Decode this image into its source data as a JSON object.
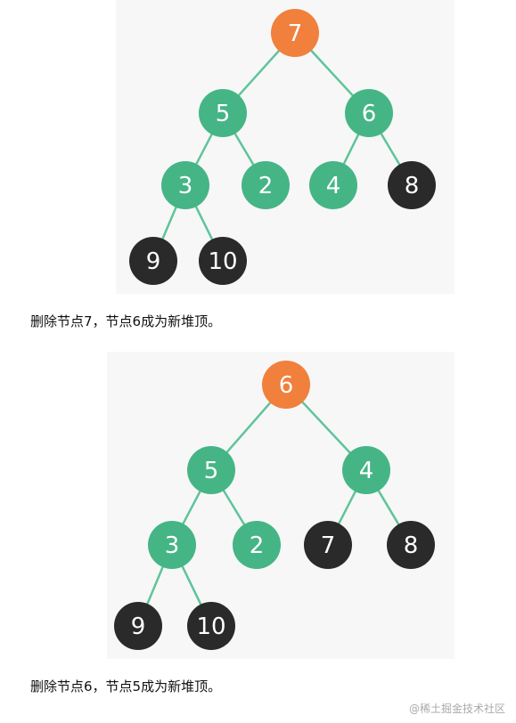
{
  "colors": {
    "orange": "#f0803c",
    "green": "#45b586",
    "black": "#2a2a2a",
    "edge": "#5fc49a"
  },
  "trees": [
    {
      "nodes": [
        {
          "label": "7",
          "color": "orange"
        },
        {
          "label": "5",
          "color": "green"
        },
        {
          "label": "6",
          "color": "green"
        },
        {
          "label": "3",
          "color": "green"
        },
        {
          "label": "2",
          "color": "green"
        },
        {
          "label": "4",
          "color": "green"
        },
        {
          "label": "8",
          "color": "black"
        },
        {
          "label": "9",
          "color": "black"
        },
        {
          "label": "10",
          "color": "black"
        }
      ],
      "edges": [
        [
          0,
          1
        ],
        [
          0,
          2
        ],
        [
          1,
          3
        ],
        [
          1,
          4
        ],
        [
          2,
          5
        ],
        [
          2,
          6
        ],
        [
          3,
          7
        ],
        [
          3,
          8
        ]
      ]
    },
    {
      "nodes": [
        {
          "label": "6",
          "color": "orange"
        },
        {
          "label": "5",
          "color": "green"
        },
        {
          "label": "4",
          "color": "green"
        },
        {
          "label": "3",
          "color": "green"
        },
        {
          "label": "2",
          "color": "green"
        },
        {
          "label": "7",
          "color": "black"
        },
        {
          "label": "8",
          "color": "black"
        },
        {
          "label": "9",
          "color": "black"
        },
        {
          "label": "10",
          "color": "black"
        }
      ],
      "edges": [
        [
          0,
          1
        ],
        [
          0,
          2
        ],
        [
          1,
          3
        ],
        [
          1,
          4
        ],
        [
          2,
          5
        ],
        [
          2,
          6
        ],
        [
          3,
          7
        ],
        [
          3,
          8
        ]
      ]
    }
  ],
  "captions": [
    "删除节点7，节点6成为新堆顶。",
    "删除节点6，节点5成为新堆顶。"
  ],
  "watermark": "@稀土掘金技术社区"
}
